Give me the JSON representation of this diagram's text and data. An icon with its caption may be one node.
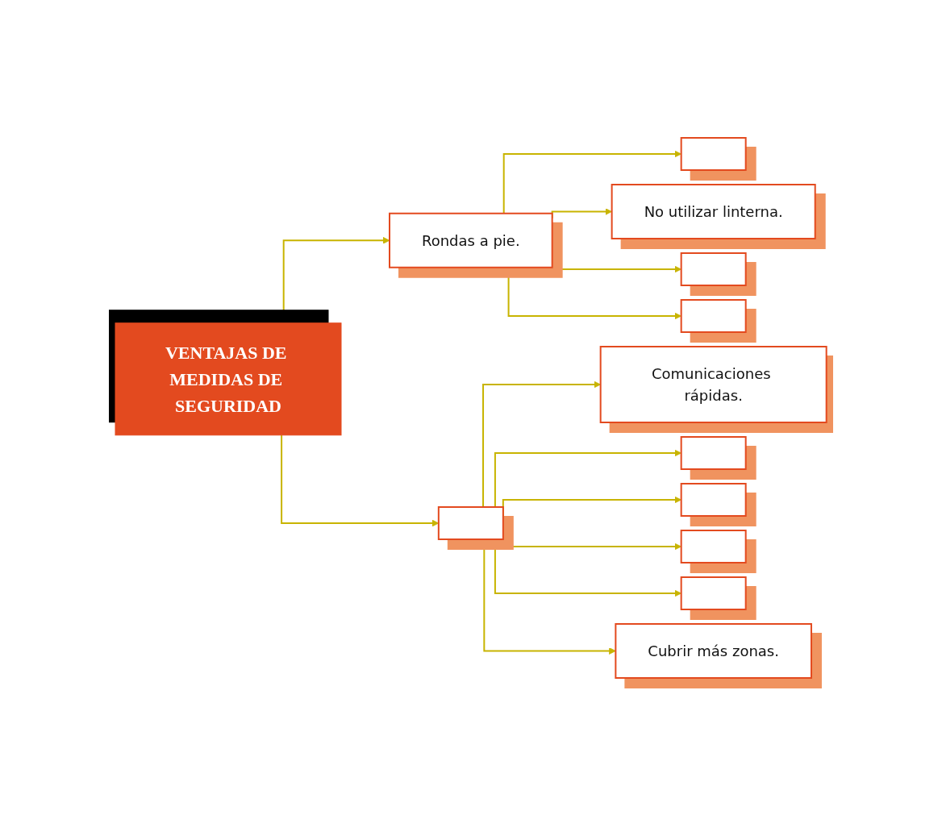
{
  "diagram": {
    "nodes": [
      {
        "text": [
          "VENTAJAS DE MEDIDAS DE SEGURIDAD"
        ]
      },
      {
        "text": [
          "Rondas a pie."
        ]
      },
      {
        "text": [],
        "shape": "box"
      },
      {
        "text": [
          "No utilizar linterna."
        ]
      },
      {
        "text": [],
        "shape": "box"
      },
      {
        "text": [],
        "shape": "box"
      },
      {
        "text": [],
        "shape": "box"
      },
      {
        "text": [
          "Comunicaciones rápidas."
        ]
      },
      {
        "text": [],
        "shape": "box"
      },
      {
        "text": [],
        "shape": "box"
      },
      {
        "text": [],
        "shape": "box"
      },
      {
        "text": [],
        "shape": "box"
      },
      {
        "text": [
          "Cubrir más zonas."
        ]
      }
    ],
    "edges": [
      {
        "from": 0,
        "to": 1,
        "arrow": "to"
      },
      {
        "from": 0,
        "to": 6,
        "arrow": "to"
      },
      {
        "from": 1,
        "to": 2,
        "arrow": "to"
      },
      {
        "from": 1,
        "to": 3,
        "arrow": "to"
      },
      {
        "from": 1,
        "to": 4,
        "arrow": "to"
      },
      {
        "from": 1,
        "to": 5,
        "arrow": "to"
      },
      {
        "from": 6,
        "to": 7,
        "arrow": "to"
      },
      {
        "from": 6,
        "to": 8,
        "arrow": "to"
      },
      {
        "from": 6,
        "to": 9,
        "arrow": "to"
      },
      {
        "from": 6,
        "to": 10,
        "arrow": "to"
      },
      {
        "from": 6,
        "to": 11,
        "arrow": "to"
      },
      {
        "from": 6,
        "to": 12,
        "arrow": "to"
      }
    ]
  }
}
